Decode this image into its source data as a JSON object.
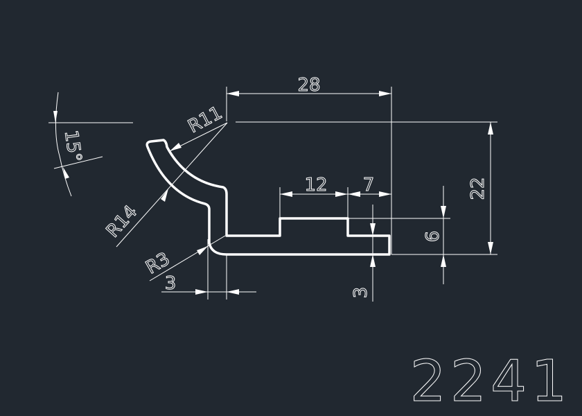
{
  "drawing": {
    "part_number": "2241",
    "dimensions": {
      "width_28": "28",
      "height_22": "22",
      "step_12": "12",
      "step_7": "7",
      "height_6": "6",
      "thickness_3_bottom": "3",
      "thickness_3_left": "3",
      "radius_r11": "R11",
      "radius_r14": "R14",
      "radius_r3": "R3",
      "angle_15": "15°"
    },
    "colors": {
      "background": "#212830",
      "lines": "#ffffff"
    }
  }
}
